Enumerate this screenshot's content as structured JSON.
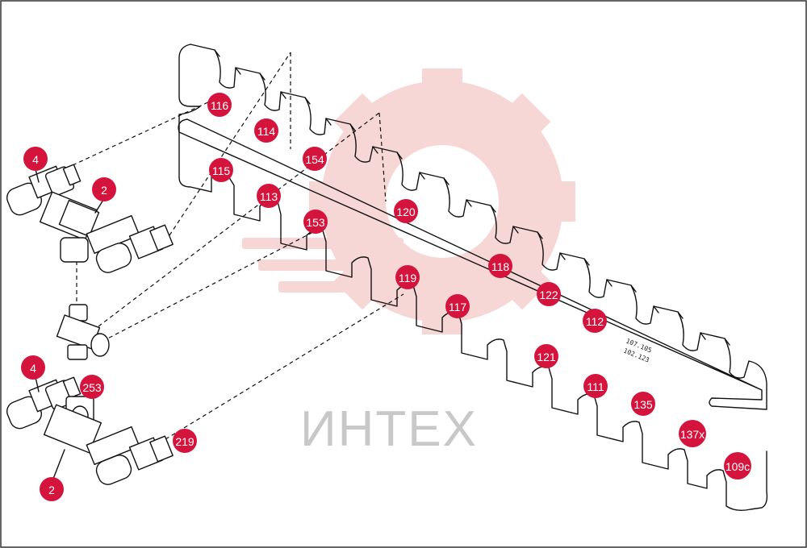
{
  "watermark": {
    "text": "ИНТЕХ",
    "color": "#f2b6b6"
  },
  "accent_color": "#d4143c",
  "plate_markings": [
    "107.105",
    "102.123"
  ],
  "callouts": [
    {
      "id": "c116",
      "label": "116"
    },
    {
      "id": "c114",
      "label": "114"
    },
    {
      "id": "c154",
      "label": "154"
    },
    {
      "id": "c115",
      "label": "115"
    },
    {
      "id": "c113",
      "label": "113"
    },
    {
      "id": "c153",
      "label": "153"
    },
    {
      "id": "c120",
      "label": "120"
    },
    {
      "id": "c118",
      "label": "118"
    },
    {
      "id": "c122",
      "label": "122"
    },
    {
      "id": "c112",
      "label": "112"
    },
    {
      "id": "c119",
      "label": "119"
    },
    {
      "id": "c117",
      "label": "117"
    },
    {
      "id": "c121",
      "label": "121"
    },
    {
      "id": "c111",
      "label": "111"
    },
    {
      "id": "c135",
      "label": "135"
    },
    {
      "id": "c137x",
      "label": "137x"
    },
    {
      "id": "c109c",
      "label": "109c"
    },
    {
      "id": "c4a",
      "label": "4"
    },
    {
      "id": "c2a",
      "label": "2"
    },
    {
      "id": "c4b",
      "label": "4"
    },
    {
      "id": "c253",
      "label": "253"
    },
    {
      "id": "c219",
      "label": "219"
    },
    {
      "id": "c2b",
      "label": "2"
    }
  ]
}
